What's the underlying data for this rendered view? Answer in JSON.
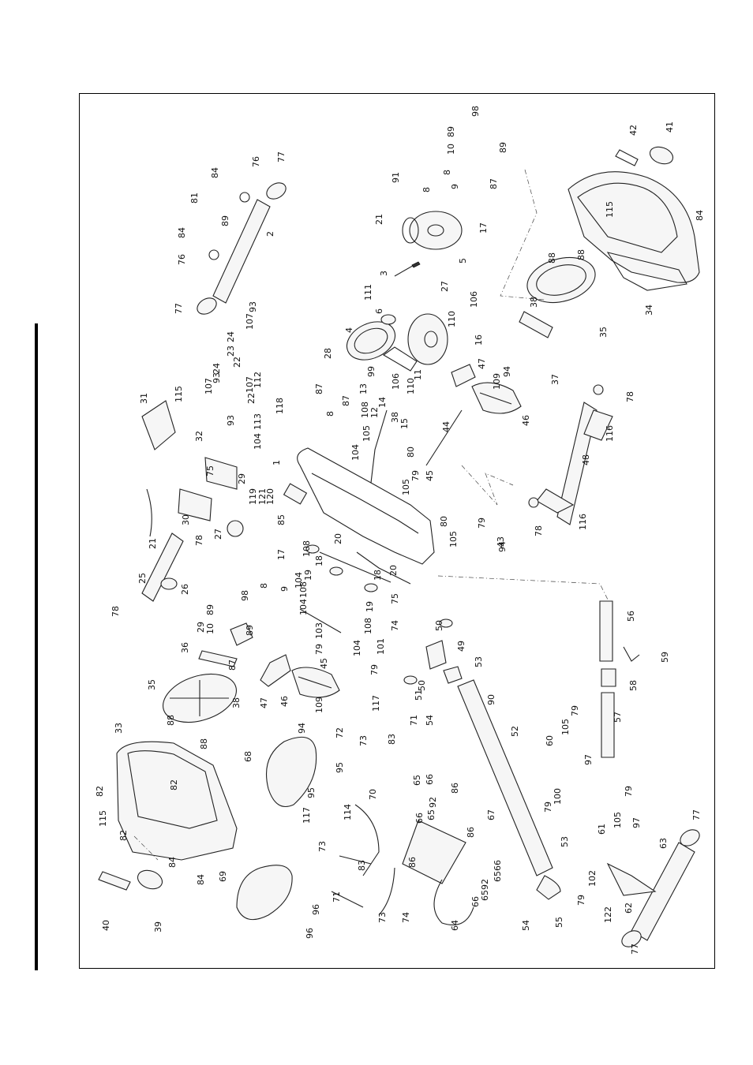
{
  "labels": [
    "98",
    "89",
    "10",
    "89",
    "9",
    "8",
    "87",
    "8",
    "91",
    "77",
    "76",
    "84",
    "81",
    "84",
    "89",
    "2",
    "76",
    "77",
    "21",
    "17",
    "5",
    "3",
    "111",
    "6",
    "4",
    "27",
    "106",
    "110",
    "16",
    "28",
    "87",
    "87",
    "13",
    "99",
    "12",
    "14",
    "105",
    "108",
    "38",
    "15",
    "11",
    "106",
    "110",
    "47",
    "94",
    "109",
    "46",
    "44",
    "38",
    "88",
    "88",
    "35",
    "37",
    "34",
    "115",
    "84",
    "42",
    "41",
    "115",
    "31",
    "93",
    "107",
    "24",
    "23",
    "22",
    "24",
    "93",
    "107",
    "93",
    "107",
    "22",
    "113",
    "112",
    "104",
    "118",
    "8",
    "1",
    "104",
    "32",
    "75",
    "29",
    "30",
    "21",
    "27",
    "78",
    "119",
    "121",
    "120",
    "85",
    "17",
    "20",
    "108",
    "104",
    "18",
    "19",
    "80",
    "45",
    "79",
    "105",
    "80",
    "79",
    "105",
    "94",
    "43",
    "48",
    "78",
    "116",
    "78",
    "116",
    "25",
    "26",
    "78",
    "29",
    "98",
    "89",
    "10",
    "89",
    "87",
    "38",
    "36",
    "8",
    "9",
    "108",
    "104",
    "103",
    "79",
    "19",
    "108",
    "18",
    "20",
    "75",
    "74",
    "104",
    "101",
    "79",
    "45",
    "46",
    "47",
    "109",
    "94",
    "35",
    "88",
    "88",
    "33",
    "82",
    "115",
    "82",
    "82",
    "84",
    "84",
    "40",
    "39",
    "68",
    "95",
    "95",
    "72",
    "73",
    "117",
    "71",
    "83",
    "70",
    "117",
    "114",
    "73",
    "83",
    "71",
    "69",
    "96",
    "96",
    "73",
    "74",
    "54",
    "53",
    "49",
    "50",
    "50",
    "51",
    "90",
    "52",
    "53",
    "60",
    "105",
    "79",
    "97",
    "100",
    "79",
    "56",
    "59",
    "58",
    "57",
    "66",
    "65",
    "92",
    "65",
    "66",
    "86",
    "67",
    "86",
    "86",
    "66",
    "65",
    "92",
    "65",
    "66",
    "64",
    "54",
    "55",
    "79",
    "102",
    "61",
    "105",
    "79",
    "97",
    "63",
    "62",
    "122",
    "77",
    "77"
  ]
}
